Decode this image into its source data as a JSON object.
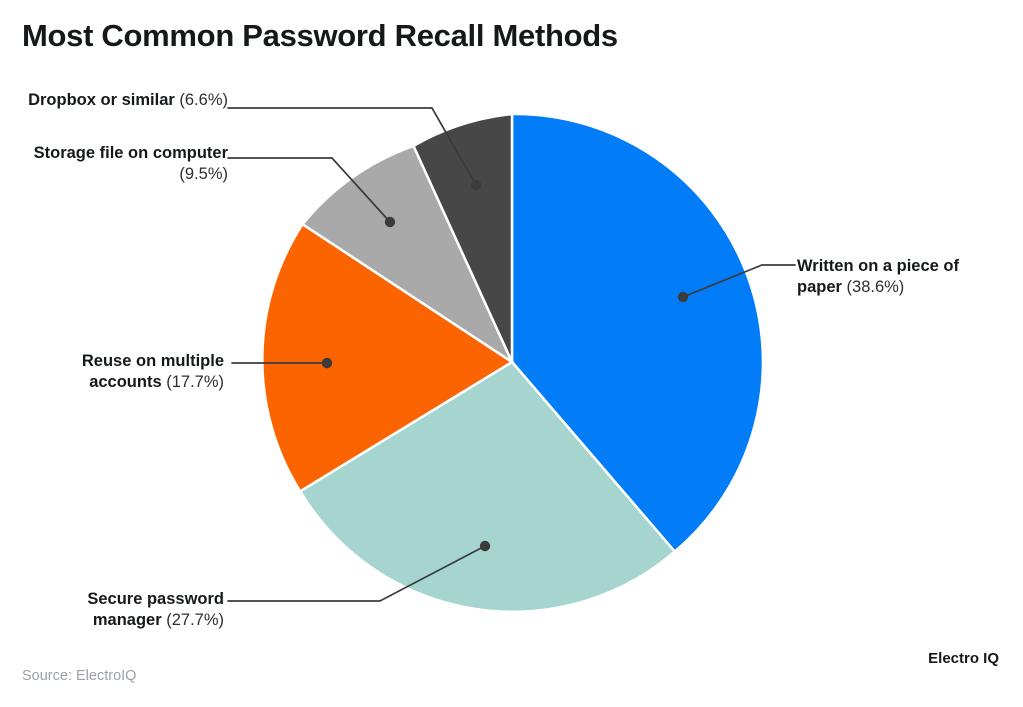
{
  "chart_data": {
    "type": "pie",
    "title": "Most Common Password Recall Methods",
    "xlabel": "",
    "ylabel": "",
    "legend_position": "none",
    "grid": false,
    "unit": "%",
    "categories": [
      "Written on a piece of paper",
      "Secure password manager",
      "Reuse on multiple accounts",
      "Storage file on computer",
      "Dropbox or similar"
    ],
    "values": [
      38.6,
      27.7,
      17.7,
      9.5,
      6.6
    ],
    "colors": [
      "#027DF7",
      "#A6D5D0",
      "#FB6400",
      "#A9A9A9",
      "#474747"
    ],
    "slices": [
      {
        "label": "Written on a piece of paper",
        "value": 38.6,
        "value_text": "(38.6%)",
        "color": "#027DF7"
      },
      {
        "label": "Secure password manager",
        "value": 27.7,
        "value_text": "(27.7%)",
        "color": "#A6D5D0"
      },
      {
        "label": "Reuse on multiple accounts",
        "value": 17.7,
        "value_text": "(17.7%)",
        "color": "#FB6400"
      },
      {
        "label": "Storage file on computer",
        "value": 9.5,
        "value_text": "(9.5%)",
        "color": "#A9A9A9"
      },
      {
        "label": "Dropbox or similar",
        "value": 6.6,
        "value_text": "(6.6%)",
        "color": "#474747"
      }
    ]
  },
  "header": {
    "title": "Most Common Password Recall Methods"
  },
  "labels": {
    "written": {
      "name": "Written on a piece of",
      "name2": "paper",
      "pct": "(38.6%)"
    },
    "secure": {
      "name": "Secure password",
      "name2": "manager",
      "pct": "(27.7%)"
    },
    "reuse": {
      "name": "Reuse on multiple",
      "name2": "accounts",
      "pct": "(17.7%)"
    },
    "storage": {
      "name": "Storage file on",
      "name2": "computer",
      "pct": "(9.5%)"
    },
    "dropbox": {
      "name": "Dropbox or similar",
      "name2": "",
      "pct": "(6.6%)"
    }
  },
  "footer": {
    "source": "Source: ElectroIQ",
    "brand": "Electro IQ"
  },
  "theme": {
    "background": "#ffffff",
    "text": "#16191c",
    "muted_text": "#9aa0a6",
    "leader_line": "#3b3b3b",
    "slice_border": "#ffffff"
  }
}
